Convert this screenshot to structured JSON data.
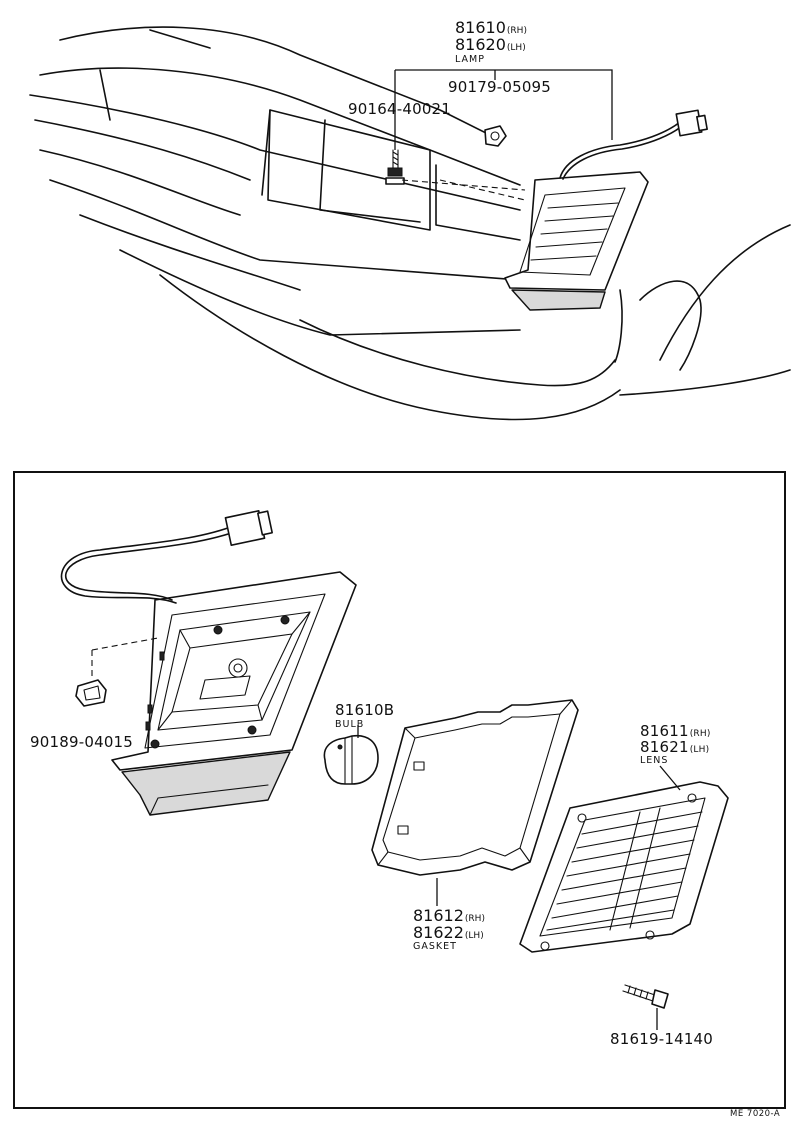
{
  "parts": {
    "lamp": {
      "rh_number": "81610",
      "rh_suffix": "(RH)",
      "lh_number": "81620",
      "lh_suffix": "(LH)",
      "caption": "LAMP"
    },
    "screw_top": {
      "number": "90164-40021"
    },
    "nut_top": {
      "number": "90179-05095"
    },
    "socket_nut": {
      "number": "90189-04015"
    },
    "bulb": {
      "number": "81610B",
      "caption": "BULB"
    },
    "lens": {
      "rh_number": "81611",
      "rh_suffix": "(RH)",
      "lh_number": "81621",
      "lh_suffix": "(LH)",
      "caption": "LENS"
    },
    "gasket": {
      "rh_number": "81612",
      "rh_suffix": "(RH)",
      "lh_number": "81622",
      "lh_suffix": "(LH)",
      "caption": "GASKET"
    },
    "lens_screw": {
      "number": "81619-14140"
    }
  },
  "figure_code": "ME 7020-A"
}
